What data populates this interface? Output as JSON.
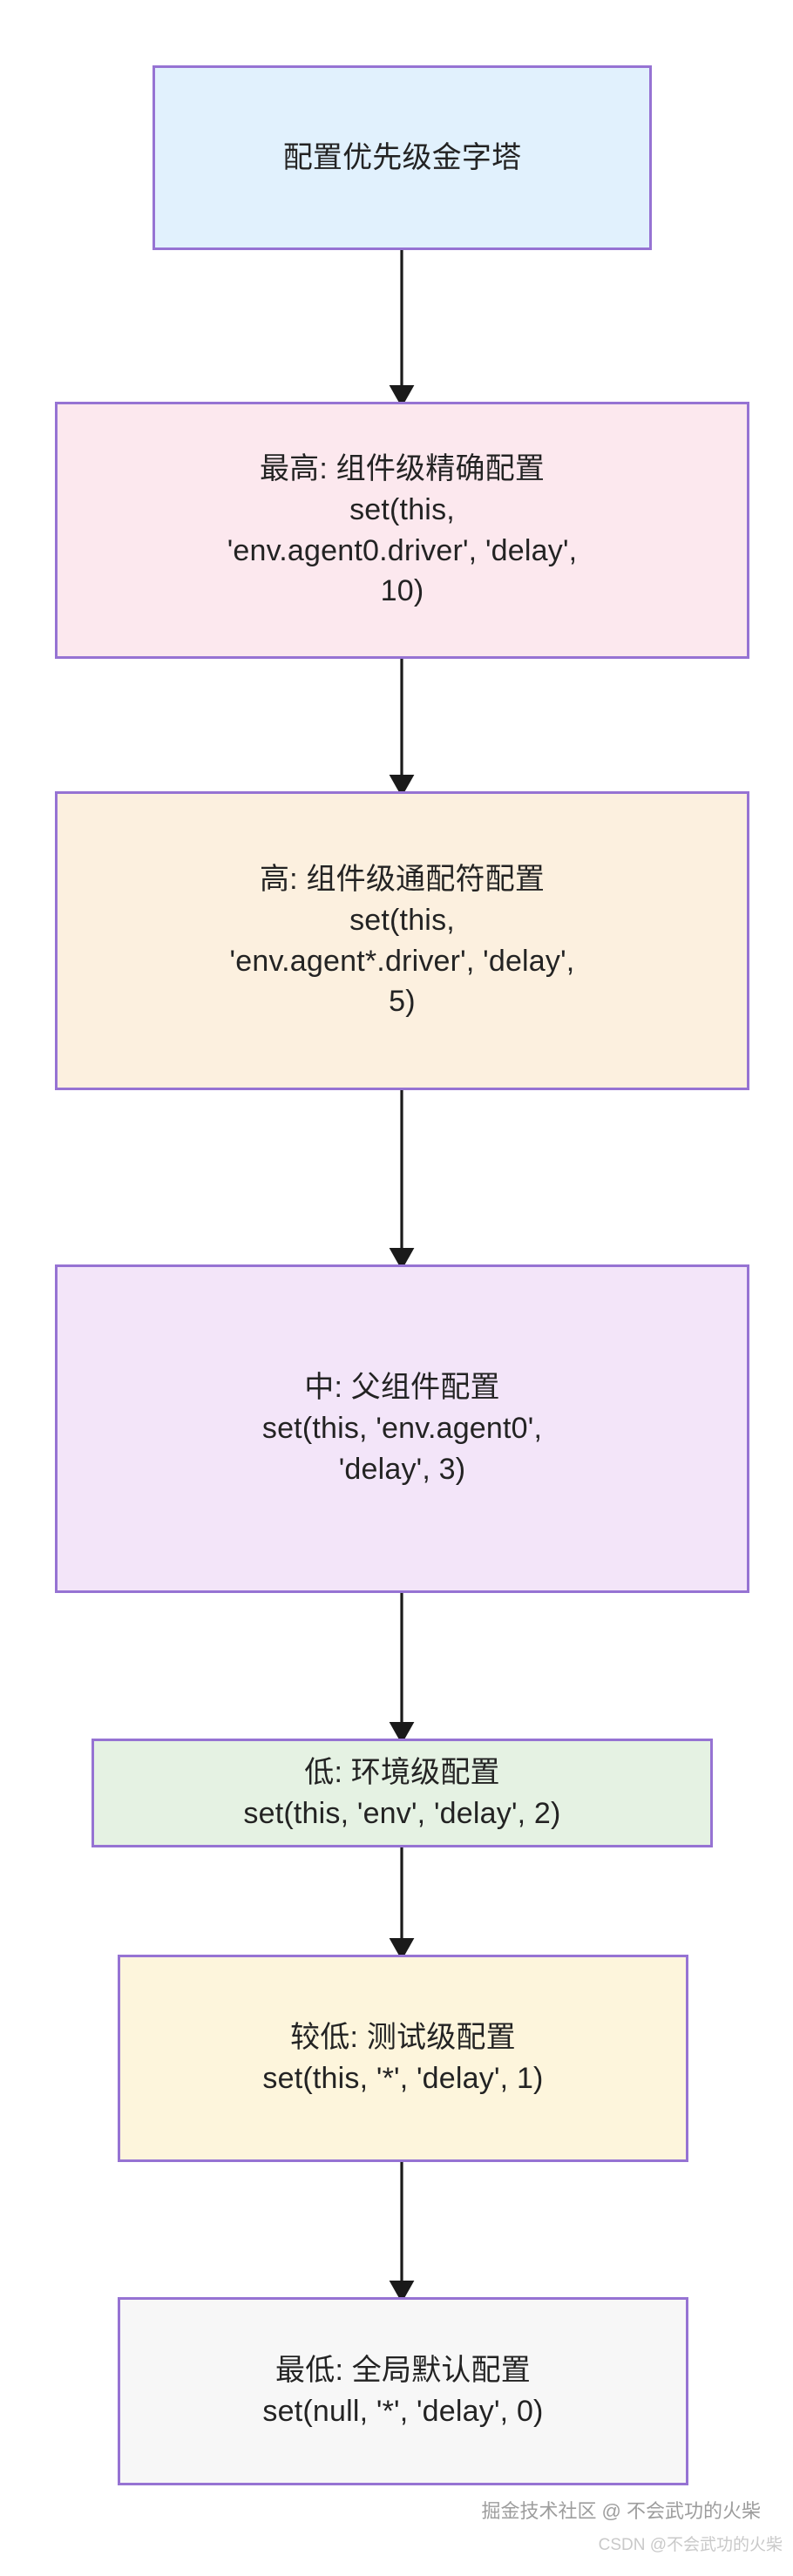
{
  "diagram": {
    "type": "flowchart",
    "direction": "top-to-bottom",
    "border_color": "#9673d3",
    "arrow_color": "#1a1a1a",
    "nodes": [
      {
        "id": "root",
        "fill": "#e1f1fd",
        "lines": [
          "配置优先级金字塔"
        ]
      },
      {
        "id": "level-highest",
        "fill": "#fce8ee",
        "lines": [
          "最高: 组件级精确配置",
          "set(this,",
          "'env.agent0.driver', 'delay',",
          "10)"
        ]
      },
      {
        "id": "level-high",
        "fill": "#fcf0df",
        "lines": [
          "高: 组件级通配符配置",
          "set(this,",
          "'env.agent*.driver', 'delay',",
          "5)"
        ]
      },
      {
        "id": "level-medium",
        "fill": "#f3e5f9",
        "lines": [
          "中: 父组件配置",
          "set(this, 'env.agent0',",
          "'delay', 3)"
        ]
      },
      {
        "id": "level-low",
        "fill": "#e5f2e3",
        "lines": [
          "低: 环境级配置",
          "set(this, 'env', 'delay', 2)"
        ]
      },
      {
        "id": "level-lower",
        "fill": "#fdf5dc",
        "lines": [
          "较低: 测试级配置",
          "set(this, '*', 'delay', 1)"
        ]
      },
      {
        "id": "level-lowest",
        "fill": "#f7f7f7",
        "lines": [
          "最低: 全局默认配置",
          "set(null, '*', 'delay', 0)"
        ]
      }
    ],
    "edges": [
      {
        "from": "root",
        "to": "level-highest"
      },
      {
        "from": "level-highest",
        "to": "level-high"
      },
      {
        "from": "level-high",
        "to": "level-medium"
      },
      {
        "from": "level-medium",
        "to": "level-low"
      },
      {
        "from": "level-low",
        "to": "level-lower"
      },
      {
        "from": "level-lower",
        "to": "level-lowest"
      }
    ]
  },
  "watermarks": {
    "juejin": "掘金技术社区 @ 不会武功的火柴",
    "csdn": "CSDN @不会武功的火柴"
  }
}
